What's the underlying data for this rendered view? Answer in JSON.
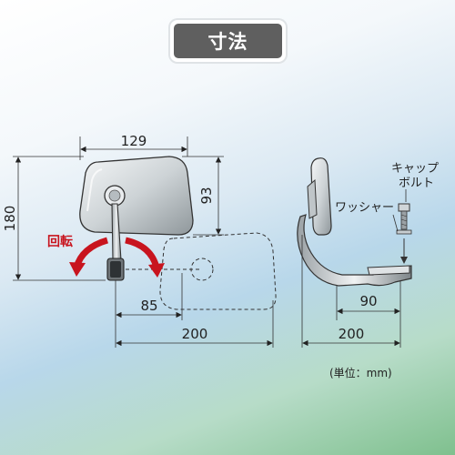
{
  "header": {
    "title": "寸法"
  },
  "front_view": {
    "width_top": "129",
    "height_total": "180",
    "height_mirror": "93",
    "offset_bottom": "85",
    "width_total": "200",
    "rotation_label": "回転"
  },
  "side_view": {
    "depth_bracket": "90",
    "depth_total": "200",
    "label_cap_bolt_line1": "キャップ",
    "label_cap_bolt_line2": "ボルト",
    "label_washer": "ワッシャー"
  },
  "unit_note": "(単位：mm)",
  "colors": {
    "banner_bg": "#5f5f5f",
    "rotation_arrow": "#c8141e"
  }
}
